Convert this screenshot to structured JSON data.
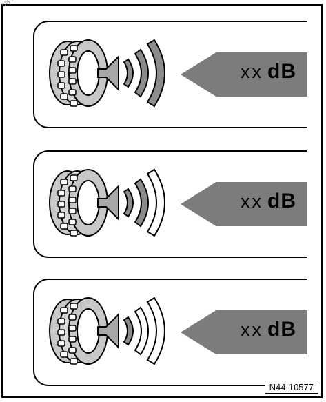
{
  "watermark": "copy",
  "panels": [
    {
      "value": "xx",
      "unit": "dB",
      "waves_filled": 3
    },
    {
      "value": "xx",
      "unit": "dB",
      "waves_filled": 2
    },
    {
      "value": "xx",
      "unit": "dB",
      "waves_filled": 1
    }
  ],
  "figure_code": "N44-10577",
  "colors": {
    "arrow": "#7c7c7c",
    "wave_fill": "#8c8c8c",
    "gear": "#c8c8c8",
    "speaker": "#a8a8a8"
  }
}
